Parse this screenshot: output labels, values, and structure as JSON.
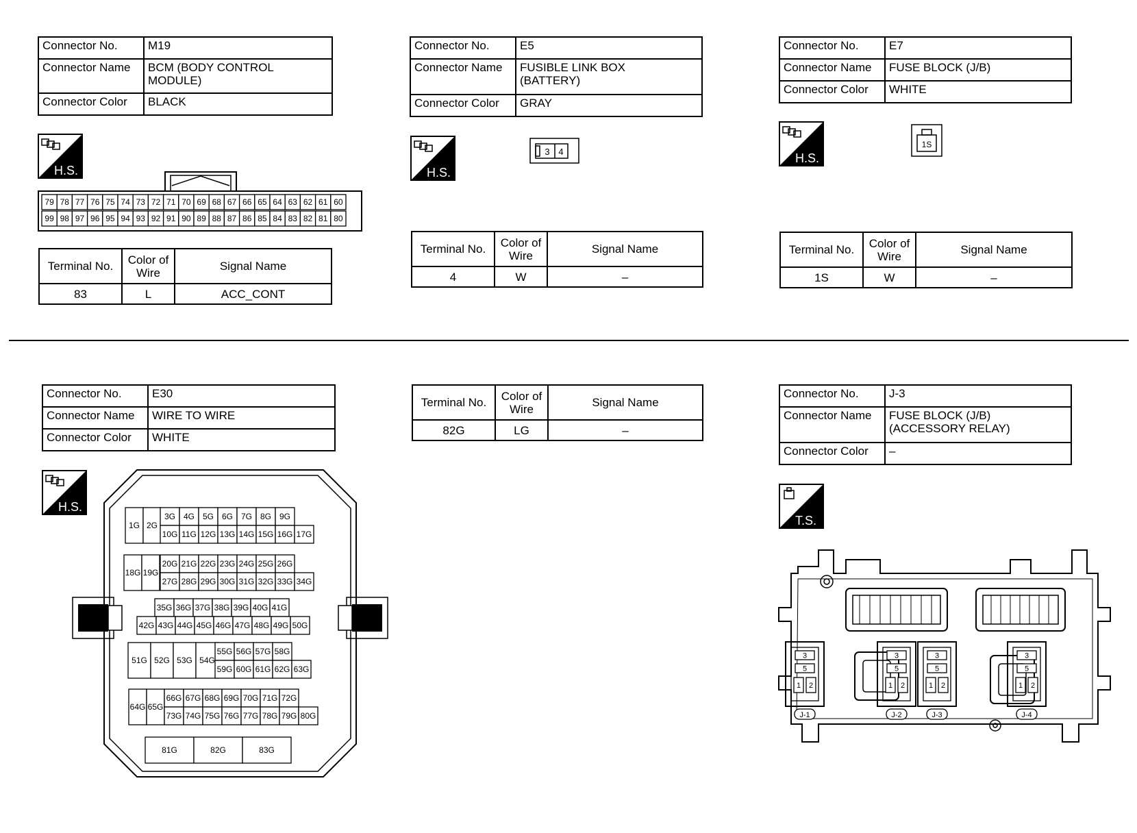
{
  "labels": {
    "connector_no": "Connector No.",
    "connector_name": "Connector Name",
    "connector_color": "Connector Color",
    "terminal_no": "Terminal No.",
    "color_of_wire_1": "Color of",
    "color_of_wire_2": "Wire",
    "signal_name": "Signal Name",
    "harness_side": "H.S.",
    "terminal_side": "T.S."
  },
  "connectors": [
    {
      "no": "M19",
      "name": "BCM (BODY CONTROL MODULE)",
      "color": "BLACK",
      "terminal": "83",
      "wire": "L",
      "signal": "ACC_CONT"
    },
    {
      "no": "E5",
      "name": "FUSIBLE LINK BOX (BATTERY)",
      "color": "GRAY",
      "terminal": "4",
      "wire": "W",
      "signal": "–"
    },
    {
      "no": "E7",
      "name": "FUSE BLOCK (J/B)",
      "color": "WHITE",
      "terminal": "1S",
      "wire": "W",
      "signal": "–"
    },
    {
      "no": "E30",
      "name": "WIRE TO WIRE",
      "color": "WHITE",
      "terminal": "82G",
      "wire": "LG",
      "signal": "–"
    },
    {
      "no": "J-3",
      "name": "FUSE BLOCK (J/B) (ACCESSORY RELAY)",
      "color": "–"
    }
  ],
  "m19_pins": {
    "top": [
      "79",
      "78",
      "77",
      "76",
      "75",
      "74",
      "73",
      "72",
      "71",
      "70",
      "69",
      "68",
      "67",
      "66",
      "65",
      "64",
      "63",
      "62",
      "61",
      "60"
    ],
    "bottom": [
      "99",
      "98",
      "97",
      "96",
      "95",
      "94",
      "93",
      "92",
      "91",
      "90",
      "89",
      "88",
      "87",
      "86",
      "85",
      "84",
      "83",
      "82",
      "81",
      "80"
    ]
  },
  "e5_pins": [
    "3",
    "4"
  ],
  "e7_pins": [
    "1S"
  ],
  "e30_pins": {
    "r1_top": [
      "3G",
      "4G",
      "5G",
      "6G",
      "7G",
      "8G",
      "9G"
    ],
    "r1_left": [
      "1G",
      "2G"
    ],
    "r1_bot": [
      "10G",
      "11G",
      "12G",
      "13G",
      "14G",
      "15G",
      "16G",
      "17G"
    ],
    "r2_top": [
      "20G",
      "21G",
      "22G",
      "23G",
      "24G",
      "25G",
      "26G"
    ],
    "r2_left": [
      "18G",
      "19G"
    ],
    "r2_bot": [
      "27G",
      "28G",
      "29G",
      "30G",
      "31G",
      "32G",
      "33G",
      "34G"
    ],
    "r3_top": [
      "35G",
      "36G",
      "37G",
      "38G",
      "39G",
      "40G",
      "41G"
    ],
    "r3_bot": [
      "42G",
      "43G",
      "44G",
      "45G",
      "46G",
      "47G",
      "48G",
      "49G",
      "50G"
    ],
    "r4_left": [
      "51G",
      "52G",
      "53G",
      "54G"
    ],
    "r4_top": [
      "55G",
      "56G",
      "57G",
      "58G"
    ],
    "r4_bot": [
      "59G",
      "60G",
      "61G",
      "62G",
      "63G"
    ],
    "r5_top": [
      "66G",
      "67G",
      "68G",
      "69G",
      "70G",
      "71G",
      "72G"
    ],
    "r5_left": [
      "64G",
      "65G"
    ],
    "r5_bot": [
      "73G",
      "74G",
      "75G",
      "76G",
      "77G",
      "78G",
      "79G",
      "80G"
    ],
    "r6": [
      "81G",
      "82G",
      "83G"
    ]
  },
  "j3_relays": [
    {
      "label": "J-1",
      "pins": [
        "3",
        "5",
        "1",
        "2"
      ]
    },
    {
      "label": "J-2",
      "pins": [
        "3",
        "5",
        "1",
        "2"
      ]
    },
    {
      "label": "J-3",
      "pins": [
        "3",
        "5",
        "1",
        "2"
      ]
    },
    {
      "label": "J-4",
      "pins": [
        "3",
        "5",
        "1",
        "2"
      ]
    }
  ]
}
